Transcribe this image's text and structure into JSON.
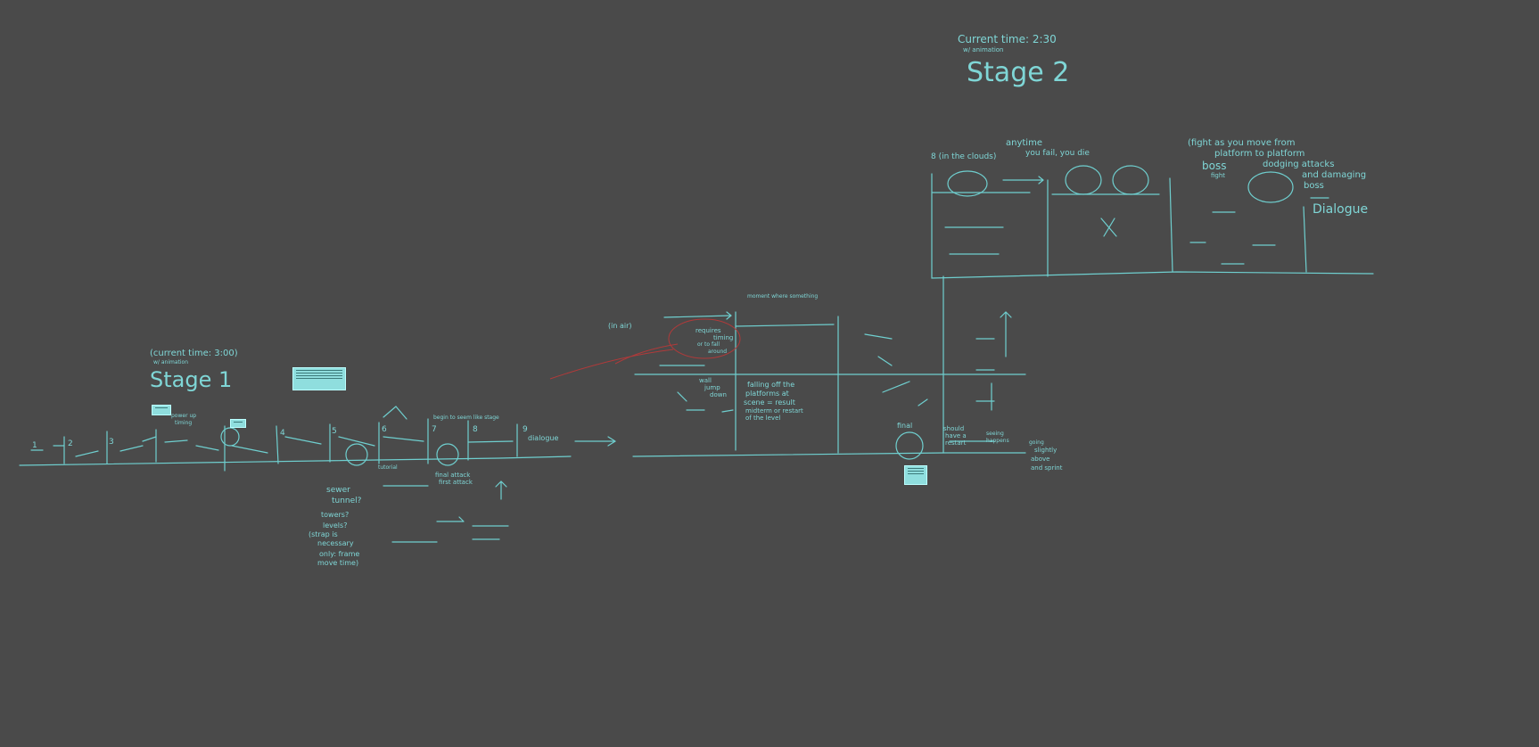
{
  "stage1": {
    "current_time": "(current time: 3:00)",
    "subtitle": "w/ animation",
    "title": "Stage 1",
    "panels": [
      "1",
      "2",
      "3",
      "4",
      "5",
      "6",
      "7",
      "8",
      "9"
    ],
    "notes": {
      "powerup": "power up",
      "timing": "timing",
      "mid": "first attack",
      "tutorial": "tutorial",
      "final": "final attack",
      "dialogue": "dialogue",
      "time_note": "begin to seem like stage",
      "sewer": "sewer",
      "tunnel": "tunnel?",
      "towers": "towers?",
      "levels": "levels?",
      "strap": "(strap is",
      "necessary": "necessary",
      "only": "only: frame",
      "move": "move time)"
    }
  },
  "stage2_lower": {
    "in_air": "(in air)",
    "top_note": "moment where something",
    "requires": "requires",
    "timing": "timing",
    "to_fall": "or to fall",
    "around": "around",
    "wall": "wall",
    "jump": "jump",
    "down": "down",
    "falling": "falling off the",
    "platforms": "platforms at",
    "scene": "scene = result",
    "restart": "midterm or restart",
    "level": "of the level",
    "final": "final",
    "should": "should",
    "have": "have a",
    "restart2": "restart",
    "seeing": "seeing",
    "happens": "happens",
    "going": "going",
    "slightly": "slightly",
    "above": "above",
    "sprinters": "and sprint"
  },
  "stage2": {
    "current_time": "Current time: 2:30",
    "subtitle": "w/ animation",
    "title": "Stage 2",
    "in_clouds": "8 (in the clouds)",
    "anytime": "anytime",
    "you_fail": "you fail, you die",
    "boss_note_1": "(fight as you move from",
    "boss_note_2": "platform to platform",
    "boss": "boss",
    "dodging": "dodging attacks",
    "fight": "fight",
    "damaging_1": "and damaging",
    "damaging_2": "boss",
    "dialogue": "Dialogue"
  }
}
